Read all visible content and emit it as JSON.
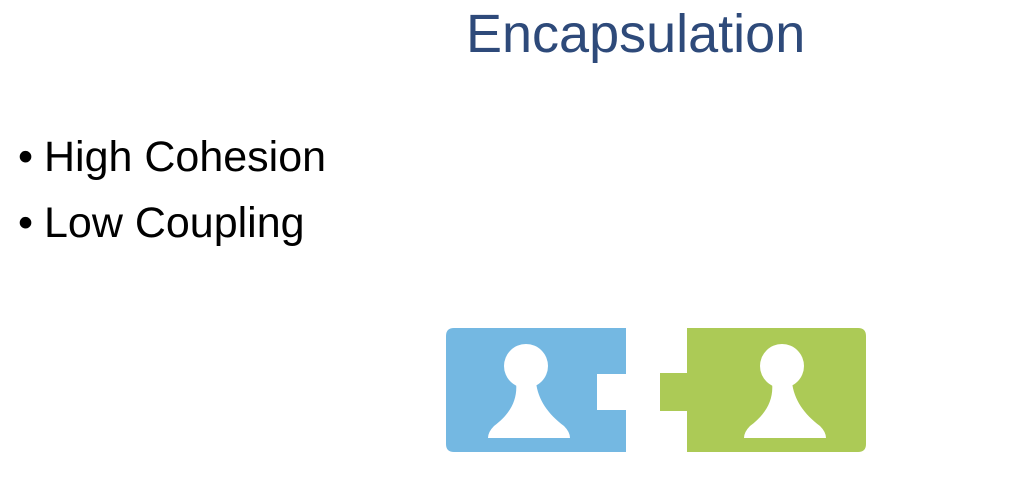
{
  "slide": {
    "title": "Encapsulation",
    "bullet_symbol": "•",
    "bullets": [
      "High Cohesion",
      "Low Coupling"
    ]
  },
  "illustration": {
    "left_piece_color": "#74b8e2",
    "right_piece_color": "#acca56",
    "figure_color": "#ffffff"
  }
}
